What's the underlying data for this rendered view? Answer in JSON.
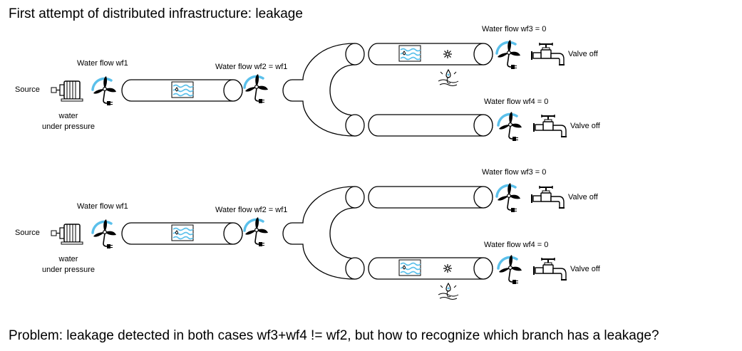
{
  "title": "First attempt of distributed infrastructure: leakage",
  "problem": "Problem: leakage detected in both cases wf3+wf4 != wf2, but how to recognize  which branch has a leakage?",
  "scenario1": {
    "source": "Source",
    "water_line1": "water",
    "water_line2": "under pressure",
    "flow_wf1": "Water flow wf1",
    "flow_wf2": "Water flow wf2 = wf1",
    "flow_wf3": "Water flow wf3 = 0",
    "flow_wf4": "Water flow wf4 = 0",
    "valve_upper": "Valve off",
    "valve_lower": "Valve off",
    "leak_branch": "upper"
  },
  "scenario2": {
    "source": "Source",
    "water_line1": "water",
    "water_line2": "under pressure",
    "flow_wf1": "Water flow wf1",
    "flow_wf2": "Water flow wf2 = wf1",
    "flow_wf3": "Water flow wf3 = 0",
    "flow_wf4": "Water flow wf4 = 0",
    "valve_upper": "Valve off",
    "valve_lower": "Valve off",
    "leak_branch": "lower"
  },
  "icons": [
    "pump-icon",
    "flow-meter-turbine-icon",
    "water-flow-icon",
    "leak-spark-icon",
    "water-drop-leak-icon",
    "faucet-icon"
  ]
}
